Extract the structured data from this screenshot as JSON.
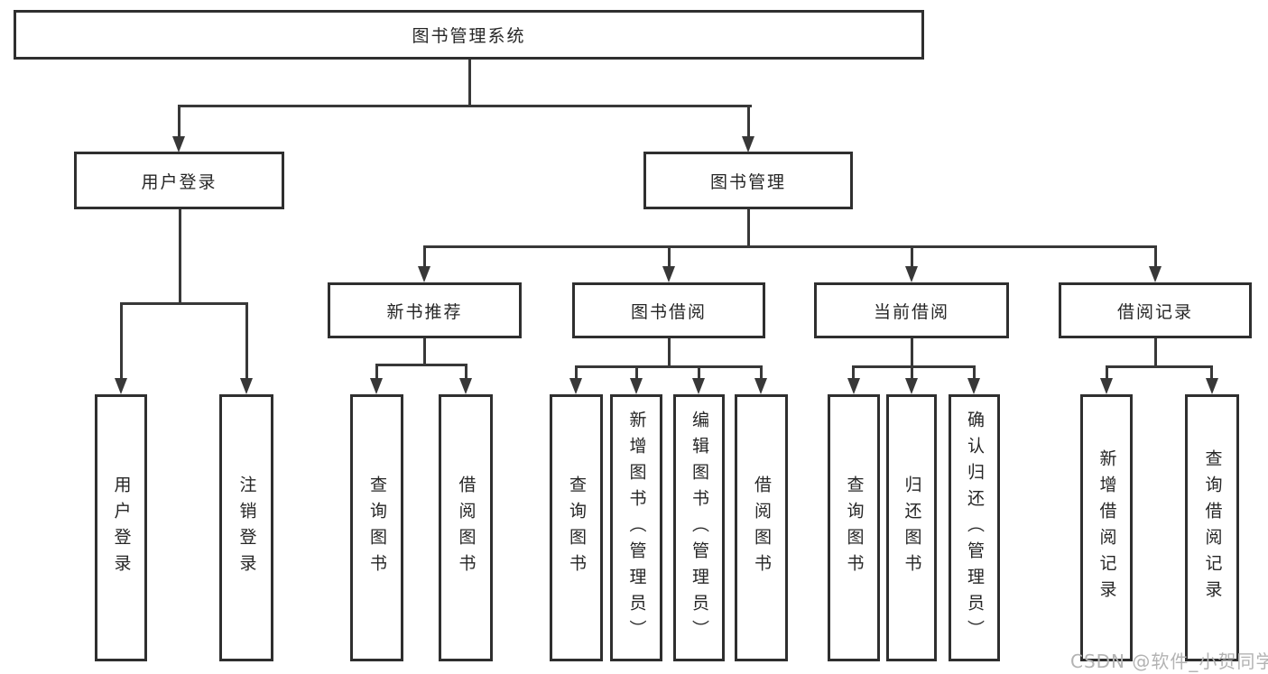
{
  "diagram_title": "图书管理系统",
  "tree": {
    "root": {
      "label": "图书管理系统"
    },
    "branches": [
      {
        "label": "用户登录",
        "children": [
          {
            "label": "用户登录"
          },
          {
            "label": "注销登录"
          }
        ]
      },
      {
        "label": "图书管理",
        "children": [
          {
            "label": "新书推荐",
            "children": [
              {
                "label": "查询图书"
              },
              {
                "label": "借阅图书"
              }
            ]
          },
          {
            "label": "图书借阅",
            "children": [
              {
                "label": "查询图书"
              },
              {
                "label": "新增图书（管理员）"
              },
              {
                "label": "编辑图书（管理员）"
              },
              {
                "label": "借阅图书"
              }
            ]
          },
          {
            "label": "当前借阅",
            "children": [
              {
                "label": "查询图书"
              },
              {
                "label": "归还图书"
              },
              {
                "label": "确认归还（管理员）"
              }
            ]
          },
          {
            "label": "借阅记录",
            "children": [
              {
                "label": "新增借阅记录"
              },
              {
                "label": "查询借阅记录"
              }
            ]
          }
        ]
      }
    ]
  },
  "watermark": "CSDN @软件_小贺同学",
  "colors": {
    "line": "#383838",
    "box_border": "#2f2f2f",
    "text": "#262626",
    "watermark_text": "#b3b3b3",
    "background": "#ffffff"
  }
}
